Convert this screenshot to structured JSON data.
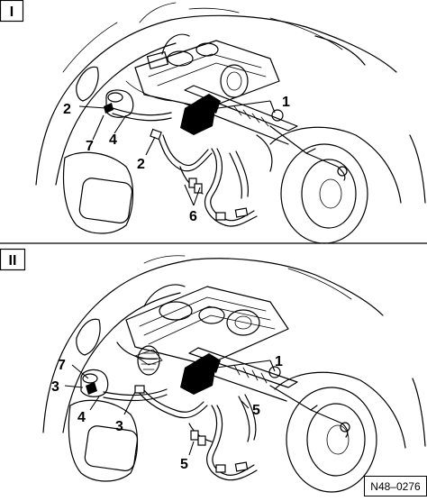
{
  "panels": [
    {
      "id": "I",
      "callouts": [
        "1",
        "2",
        "7",
        "4",
        "2",
        "6"
      ]
    },
    {
      "id": "II",
      "callouts": [
        "1",
        "7",
        "3",
        "4",
        "3",
        "5",
        "5"
      ]
    }
  ],
  "reference_code": "N48–0276"
}
